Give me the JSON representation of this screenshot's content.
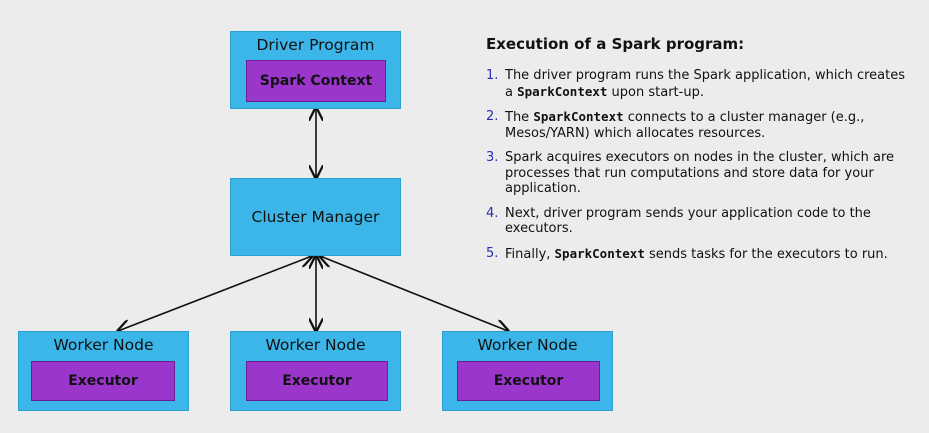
{
  "diagram": {
    "driver": {
      "title": "Driver Program",
      "inner": "Spark Context"
    },
    "cluster_manager": {
      "title": "Cluster Manager"
    },
    "workers": [
      {
        "title": "Worker Node",
        "inner": "Executor"
      },
      {
        "title": "Worker Node",
        "inner": "Executor"
      },
      {
        "title": "Worker Node",
        "inner": "Executor"
      }
    ]
  },
  "panel": {
    "heading": "Execution of a Spark program:",
    "steps": [
      {
        "num": "1.",
        "parts": [
          {
            "t": "The driver program runs the Spark application, which creates a ",
            "code": false
          },
          {
            "t": "SparkContext",
            "code": true
          },
          {
            "t": " upon start-up.",
            "code": false
          }
        ]
      },
      {
        "num": "2.",
        "parts": [
          {
            "t": "The ",
            "code": false
          },
          {
            "t": "SparkContext",
            "code": true
          },
          {
            "t": " connects to a cluster manager (e.g., Mesos/YARN) which allocates resources.",
            "code": false
          }
        ]
      },
      {
        "num": "3.",
        "parts": [
          {
            "t": "Spark acquires executors on nodes in the cluster, which are processes that run computations and store data for your application.",
            "code": false
          }
        ]
      },
      {
        "num": "4.",
        "parts": [
          {
            "t": "Next, driver program sends your application code to the executors.",
            "code": false
          }
        ]
      },
      {
        "num": "5.",
        "parts": [
          {
            "t": "Finally, ",
            "code": false
          },
          {
            "t": "SparkContext",
            "code": true
          },
          {
            "t": " sends tasks for the executors to run.",
            "code": false
          }
        ]
      }
    ]
  },
  "colors": {
    "node_blue": "#3cb6e8",
    "executor_purple": "#9a36cc",
    "list_number": "#2b2bb8"
  }
}
